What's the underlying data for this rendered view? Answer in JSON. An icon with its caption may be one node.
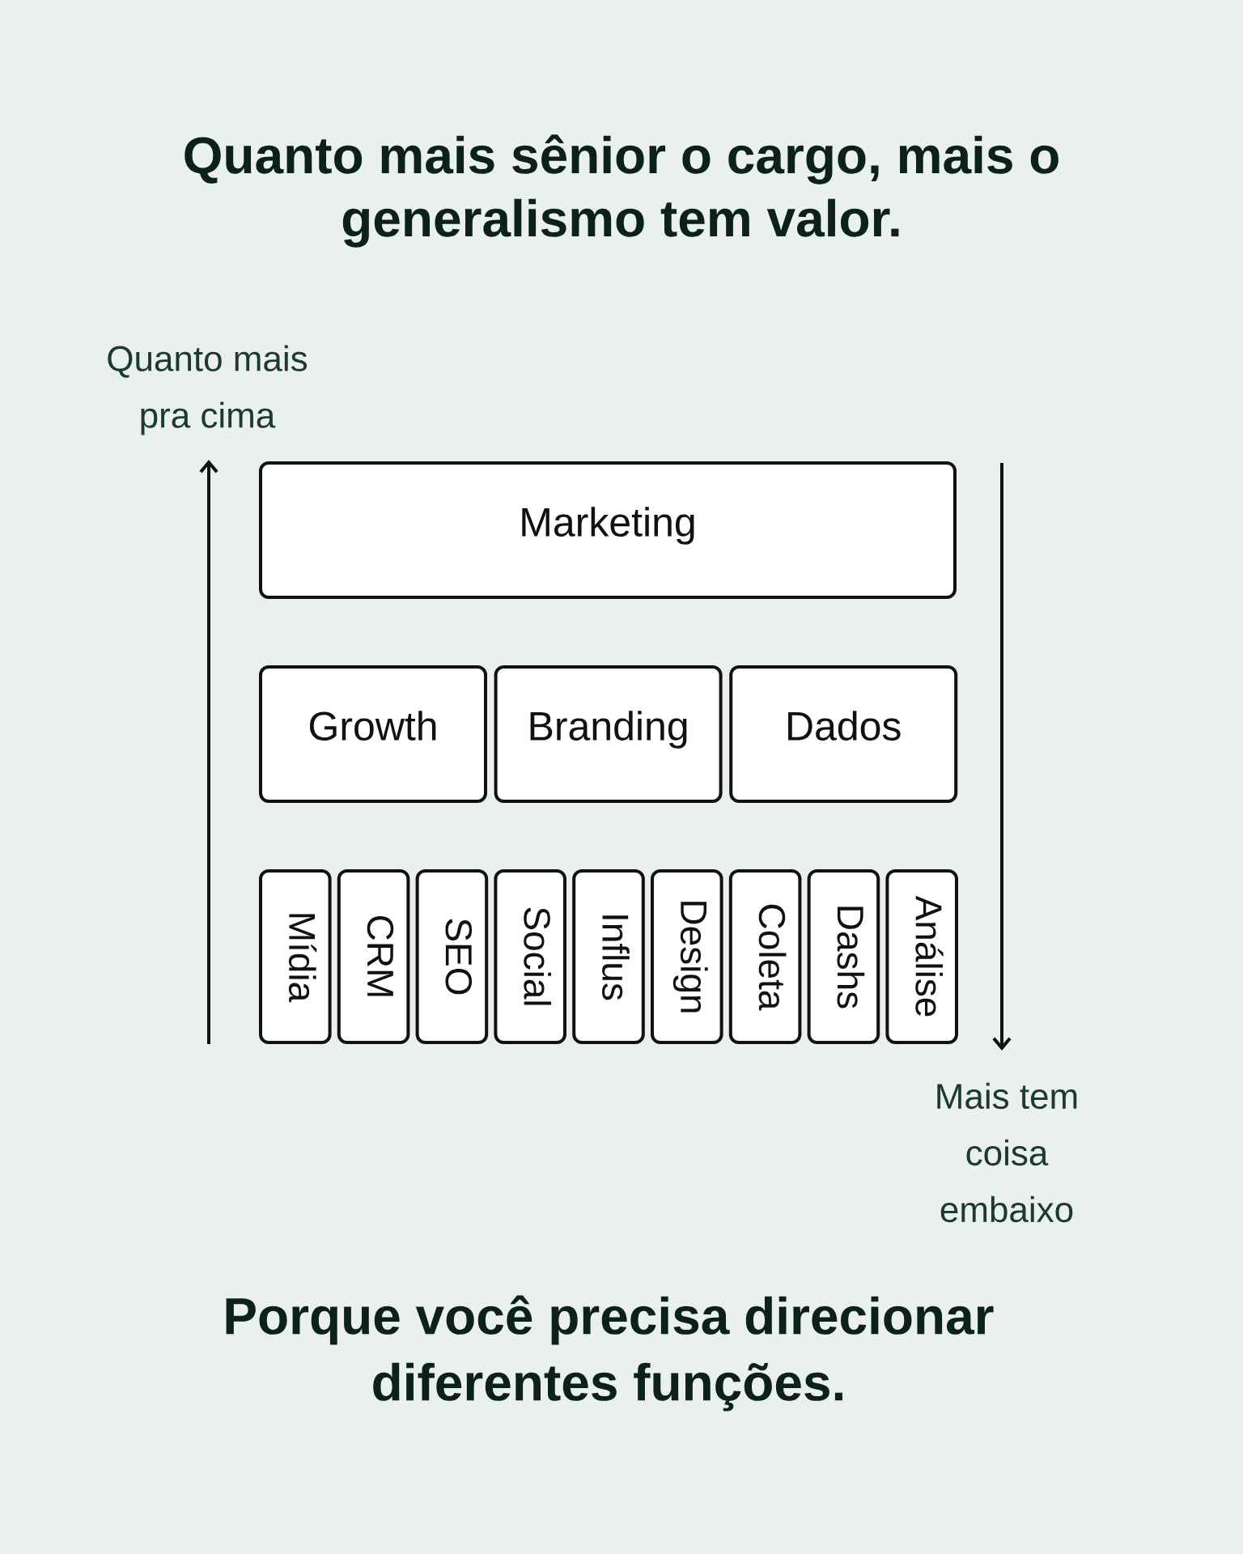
{
  "diagram": {
    "title": "Quanto mais sênior o cargo, mais o generalismo tem valor.",
    "caption": "Porque você precisa direcionar diferentes funções.",
    "nodes": [
      {
        "text": [
          "Marketing"
        ]
      },
      {
        "text": [
          "Growth"
        ]
      },
      {
        "text": [
          "Branding"
        ]
      },
      {
        "text": [
          "Dados"
        ]
      },
      {
        "text": [
          "Mídia"
        ]
      },
      {
        "text": [
          "CRM"
        ]
      },
      {
        "text": [
          "SEO"
        ]
      },
      {
        "text": [
          "Social"
        ]
      },
      {
        "text": [
          "Influs"
        ]
      },
      {
        "text": [
          "Design"
        ]
      },
      {
        "text": [
          "Coleta"
        ]
      },
      {
        "text": [
          "Dashs"
        ]
      },
      {
        "text": [
          "Análise"
        ]
      }
    ],
    "labels": [
      "Quanto mais pra cima",
      "Mais tem coisa embaixo"
    ]
  }
}
